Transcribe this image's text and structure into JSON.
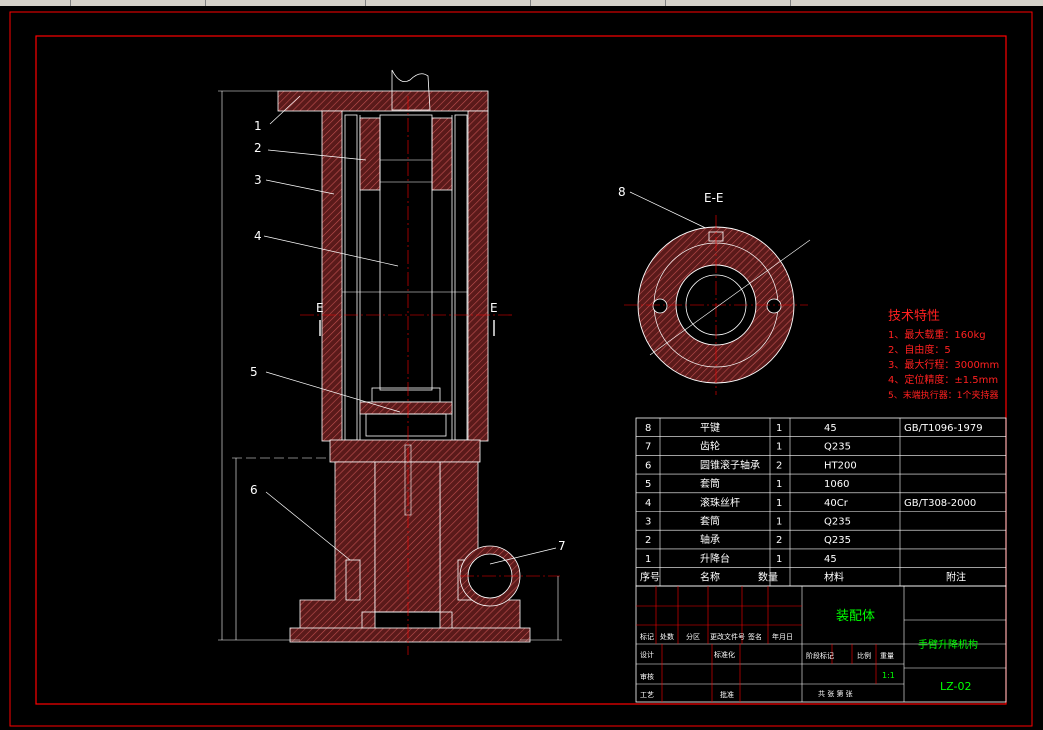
{
  "view_label": "E-E",
  "section_mark": "E",
  "callouts": [
    "1",
    "2",
    "3",
    "4",
    "5",
    "6",
    "7",
    "8"
  ],
  "tech": {
    "title": "技术特性",
    "lines": [
      "1、最大载重：160kg",
      "2、自由度：5",
      "3、最大行程：3000mm",
      "4、定位精度：±1.5mm",
      "5、末端执行器：1个夹持器"
    ]
  },
  "bom": [
    {
      "no": "8",
      "name": "平键",
      "qty": "1",
      "mat": "45",
      "note": "GB/T1096-1979"
    },
    {
      "no": "7",
      "name": "齿轮",
      "qty": "1",
      "mat": "Q235",
      "note": ""
    },
    {
      "no": "6",
      "name": "圆锥滚子轴承",
      "qty": "2",
      "mat": "HT200",
      "note": ""
    },
    {
      "no": "5",
      "name": "套筒",
      "qty": "1",
      "mat": "1060",
      "note": ""
    },
    {
      "no": "4",
      "name": "滚珠丝杆",
      "qty": "1",
      "mat": "40Cr",
      "note": "GB/T308-2000"
    },
    {
      "no": "3",
      "name": "套筒",
      "qty": "1",
      "mat": "Q235",
      "note": ""
    },
    {
      "no": "2",
      "name": "轴承",
      "qty": "2",
      "mat": "Q235",
      "note": ""
    },
    {
      "no": "1",
      "name": "升降台",
      "qty": "1",
      "mat": "45",
      "note": ""
    }
  ],
  "bom_header": [
    "序号",
    "名称",
    "数量",
    "材料",
    "附注"
  ],
  "title_block": {
    "drawing_title": "装配体",
    "project": "手臂升降机构",
    "drawing_no": "LZ-02",
    "scale_label": "比例",
    "scale": "1:1",
    "sheet": "共 张 第 张",
    "labels": [
      "标记",
      "处数",
      "分区",
      "更改文件号",
      "签名",
      "年月日",
      "设计",
      "标准化",
      "审核",
      "工艺",
      "批准",
      "阶段标记",
      "重量"
    ]
  },
  "colors": {
    "red": "#ff0000",
    "green": "#00ff00",
    "white": "#ffffff",
    "hatch": "#a04040"
  }
}
